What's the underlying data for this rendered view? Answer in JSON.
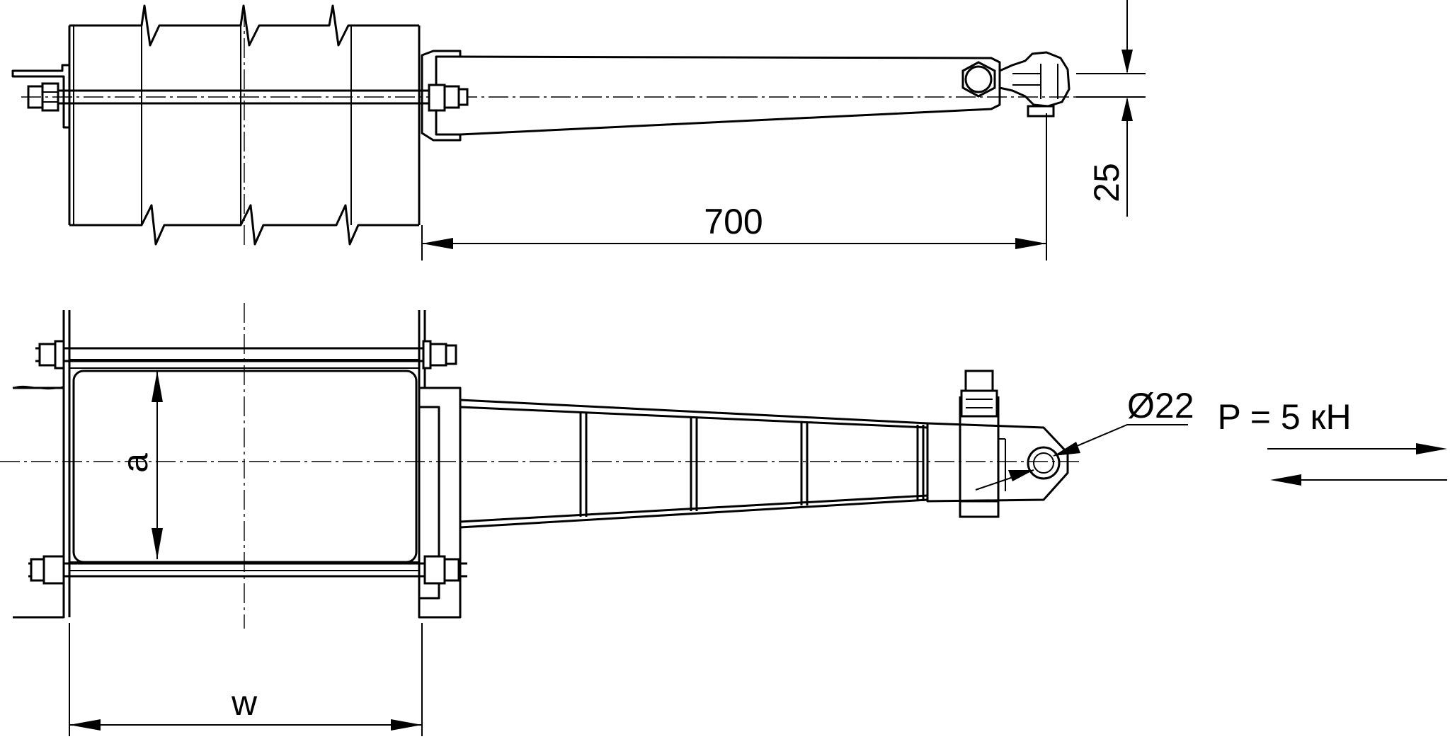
{
  "dimensions": {
    "length": "700",
    "offset": "25",
    "hole_diameter": "Ø22",
    "height_param": "a",
    "width_param": "w"
  },
  "load": {
    "label": "P = 5 кН"
  }
}
